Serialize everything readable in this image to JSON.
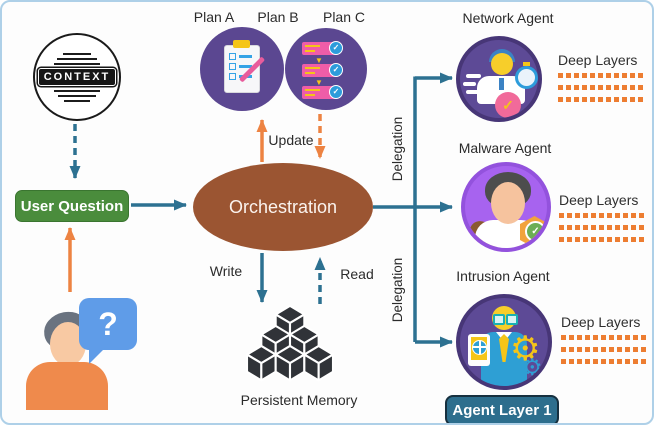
{
  "title": "Multi-agent orchestration diagram",
  "colors": {
    "teal_arrow": "#2d7191",
    "orange_arrow": "#ed8342",
    "deep_layer_dash": "#ed7d31",
    "user_question_green": "#4a8c3c",
    "orchestration_brown": "#9b5532",
    "plan_purple": "#5b4791",
    "malware_violet": "#a763ef",
    "agent_layer_teal": "#2d6e8d",
    "canvas_border": "#aed0e8"
  },
  "context": {
    "label": "CONTEXT"
  },
  "user_question": {
    "label": "User Question"
  },
  "user": {
    "question_mark": "?"
  },
  "plans": {
    "plan_a": "Plan A",
    "plan_b": "Plan B",
    "plan_c": "Plan C"
  },
  "orchestration": {
    "label": "Orchestration"
  },
  "edges": {
    "update": "Update",
    "write": "Write",
    "read": "Read",
    "delegation_top": "Delegation",
    "delegation_bottom": "Delegation"
  },
  "memory": {
    "label": "Persistent Memory"
  },
  "agents": [
    {
      "name": "Network Agent",
      "deep_layers": "Deep Layers"
    },
    {
      "name": "Malware Agent",
      "deep_layers": "Deep Layers"
    },
    {
      "name": "Intrusion Agent",
      "deep_layers": "Deep Layers"
    }
  ],
  "agent_layer": {
    "label": "Agent Layer 1"
  },
  "icons": {
    "check": "✓",
    "gear": "⚙",
    "down_triangle": "▼"
  }
}
